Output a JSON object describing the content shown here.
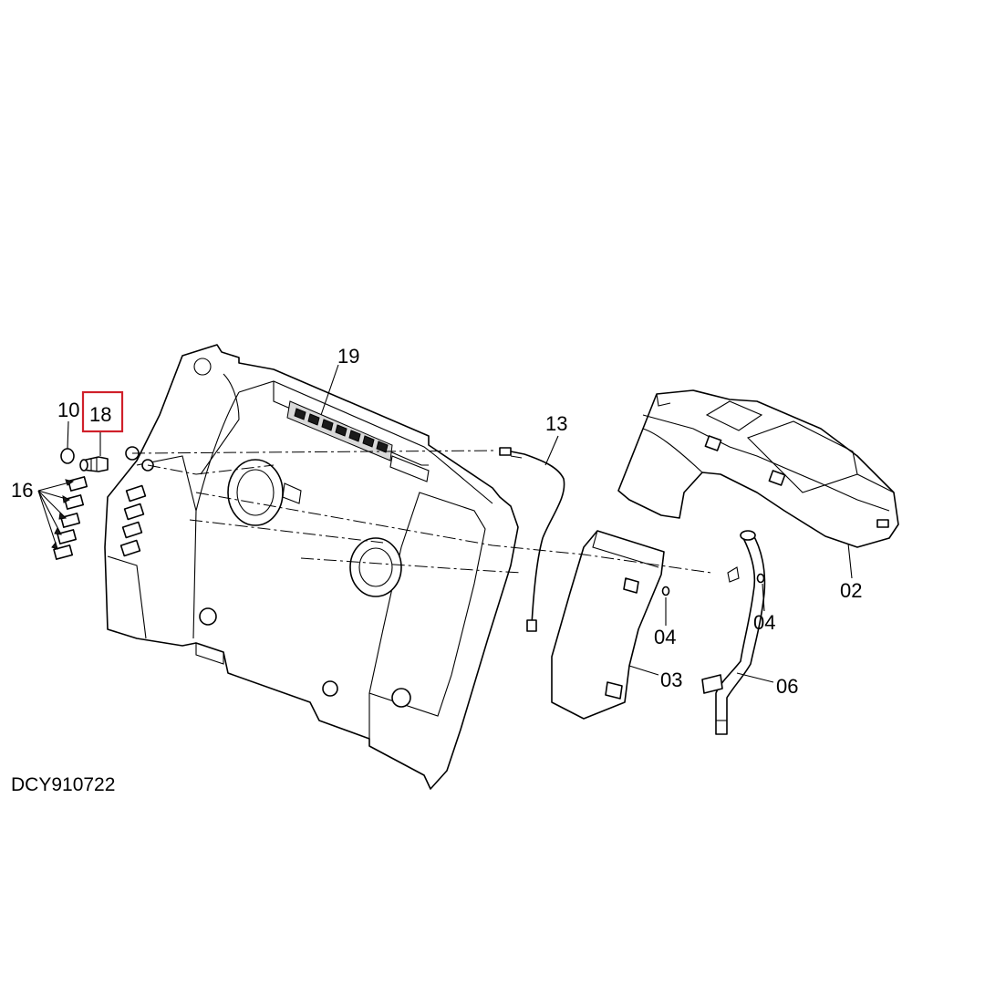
{
  "callouts": {
    "c19": "19",
    "c13": "13",
    "c10": "10",
    "c18": "18",
    "c16": "16",
    "c02": "02",
    "c04a": "04",
    "c04b": "04",
    "c03": "03",
    "c06": "06"
  },
  "drawing_code": "DCY910722",
  "highlight": {
    "callout": "18",
    "color": "#d0202a"
  }
}
